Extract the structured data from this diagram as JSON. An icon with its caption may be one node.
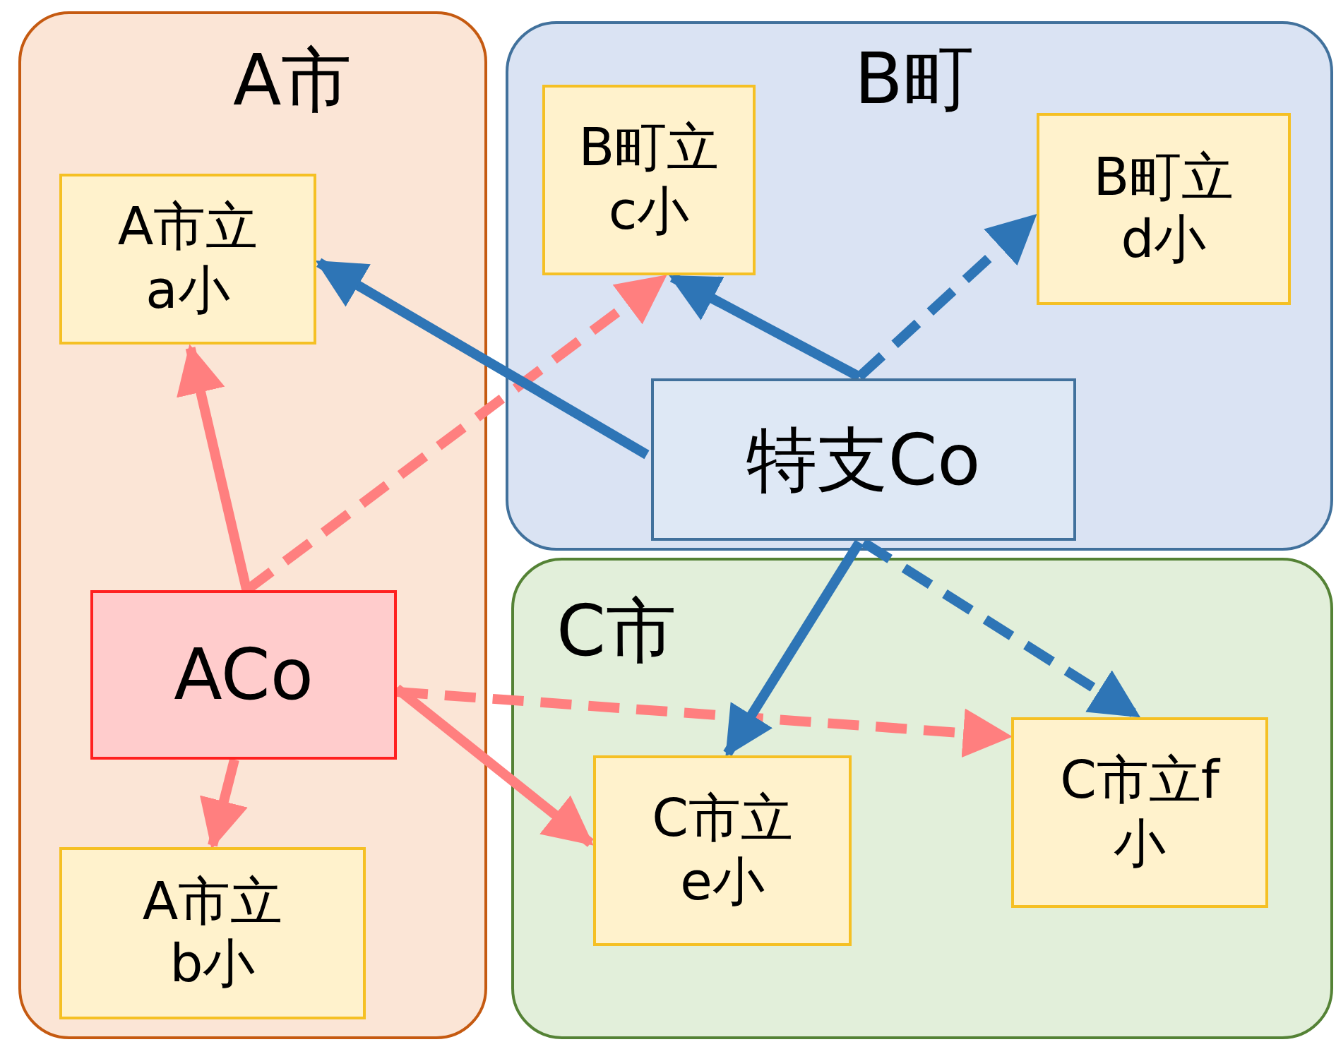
{
  "diagram": {
    "nodes": [
      {
        "text": [
          "A市"
        ]
      },
      {
        "text": [
          "A市立a小"
        ],
        "in": 0
      },
      {
        "text": [
          "ACo"
        ],
        "in": 0
      },
      {
        "text": [
          "A市立b小"
        ],
        "in": 0
      },
      {
        "text": [
          "B町"
        ]
      },
      {
        "text": [
          "B町立c小"
        ],
        "in": 4
      },
      {
        "text": [
          "B町立d小"
        ],
        "in": 4
      },
      {
        "text": [
          "特支Co"
        ],
        "in": 4
      },
      {
        "text": [
          "C市"
        ]
      },
      {
        "text": [
          "C市立e小"
        ],
        "in": 8
      },
      {
        "text": [
          "C市立f小"
        ],
        "in": 8
      }
    ],
    "edges": [
      {
        "from": 2,
        "to": 1,
        "arrow": "to",
        "color": "#ff7f7f"
      },
      {
        "from": 2,
        "to": 5,
        "arrow": "to",
        "style": "dashed",
        "color": "#ff7f7f"
      },
      {
        "from": 2,
        "to": 3,
        "arrow": "to",
        "color": "#ff7f7f"
      },
      {
        "from": 2,
        "to": 9,
        "arrow": "to",
        "color": "#ff7f7f"
      },
      {
        "from": 2,
        "to": 10,
        "arrow": "to",
        "style": "dashed",
        "color": "#ff7f7f"
      },
      {
        "from": 7,
        "to": 1,
        "arrow": "to",
        "color": "#2e75b6"
      },
      {
        "from": 7,
        "to": 5,
        "arrow": "to",
        "color": "#2e75b6"
      },
      {
        "from": 7,
        "to": 6,
        "arrow": "to",
        "style": "dashed",
        "color": "#2e75b6"
      },
      {
        "from": 7,
        "to": 9,
        "arrow": "to",
        "color": "#2e75b6"
      },
      {
        "from": 7,
        "to": 10,
        "arrow": "to",
        "style": "dashed",
        "color": "#2e75b6"
      }
    ]
  }
}
